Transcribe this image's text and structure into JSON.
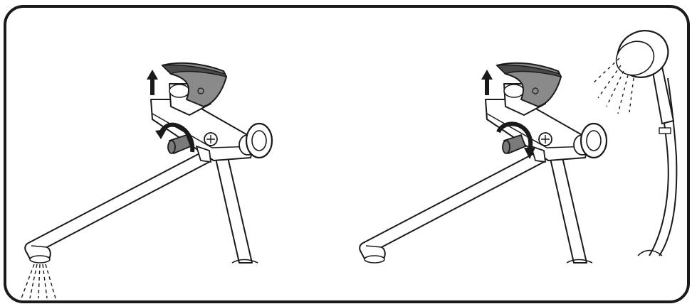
{
  "figure": {
    "panels": [
      {
        "id": "bath-mode",
        "mode": "spout",
        "lever_motion": "up",
        "diverter_rotation": "counter-clockwise",
        "water_output": "spout"
      },
      {
        "id": "shower-mode",
        "mode": "shower",
        "lever_motion": "up",
        "diverter_rotation": "clockwise",
        "water_output": "shower-head"
      }
    ]
  },
  "colors": {
    "stroke": "#1a1a1a",
    "lever_fill": "#8a8a8a",
    "lever_dark": "#4a4a4a",
    "knob_fill": "#7a7a7a",
    "background": "#ffffff",
    "frame": "#1a1a1a"
  }
}
